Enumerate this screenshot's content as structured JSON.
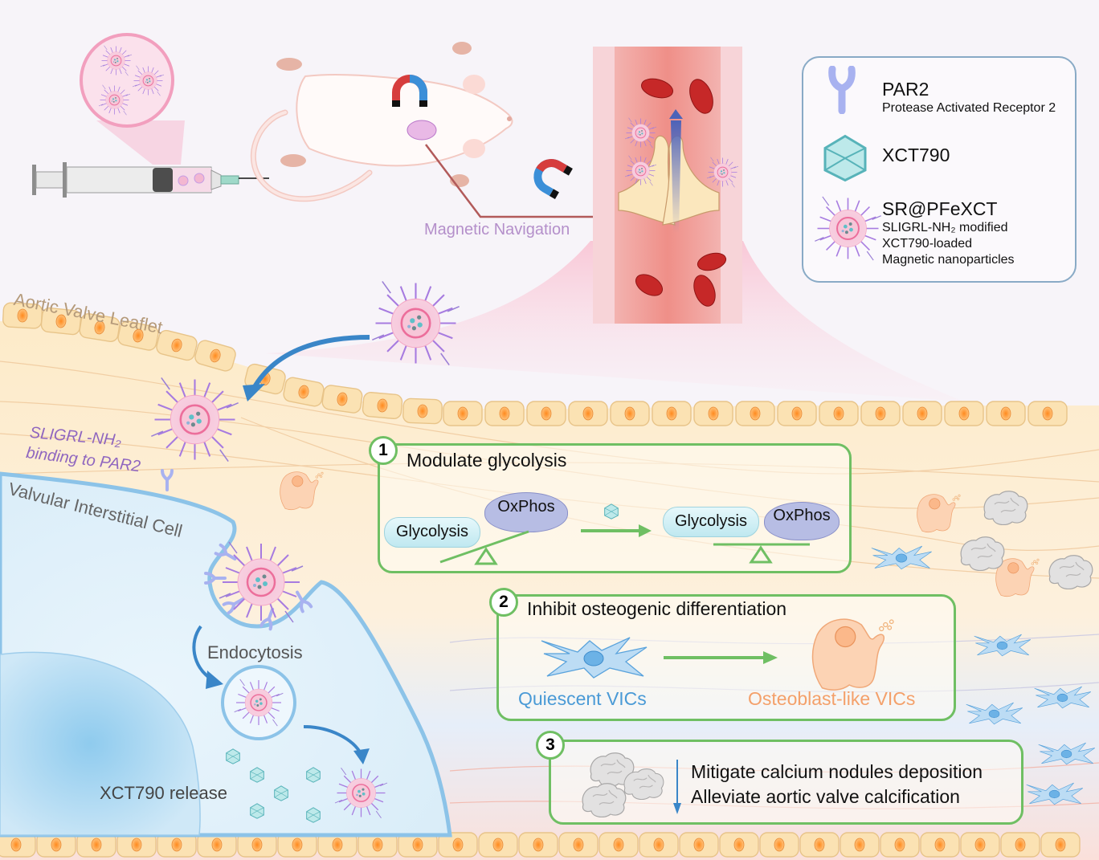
{
  "colors": {
    "panel_border": "#6fbf63",
    "legend_border": "#89aac6",
    "arrow_blue": "#3a86c8",
    "nav_purple": "#b48fca",
    "leaflet_label": "#b59a7a",
    "quiescent_blue": "#4a9ad6",
    "osteoblast_orange": "#f4a06a",
    "binding_purple": "#8f66bf"
  },
  "legend": {
    "items": [
      {
        "icon": "par2-receptor-icon",
        "title": "PAR2",
        "lines": [
          "Protease Activated Receptor 2"
        ]
      },
      {
        "icon": "xct790-crystal-icon",
        "title": "XCT790",
        "lines": []
      },
      {
        "icon": "nanoparticle-icon",
        "title": "SR@PFeXCT",
        "lines": [
          "SLIGRL-NH₂ modified",
          "XCT790-loaded",
          "Magnetic nanoparticles"
        ]
      }
    ]
  },
  "top": {
    "magnetic_navigation": "Magnetic Navigation"
  },
  "leaflet": {
    "aortic_valve_leaflet": "Aortic Valve Leaflet",
    "binding_line1": "SLIGRL-NH₂",
    "binding_line2": "binding to PAR2",
    "vic_label": "Valvular Interstitial Cell",
    "endocytosis": "Endocytosis",
    "xct790_release": "XCT790 release"
  },
  "panels": [
    {
      "number": "1",
      "title": "Modulate glycolysis",
      "before": {
        "left": "Glycolysis",
        "right": "OxPhos"
      },
      "after": {
        "left": "Glycolysis",
        "right": "OxPhos"
      }
    },
    {
      "number": "2",
      "title": "Inhibit osteogenic differentiation",
      "from_label": "Quiescent VICs",
      "to_label": "Osteoblast-like VICs"
    },
    {
      "number": "3",
      "lines": [
        "Mitigate calcium nodules deposition",
        "Alleviate aortic valve calcification"
      ]
    }
  ]
}
